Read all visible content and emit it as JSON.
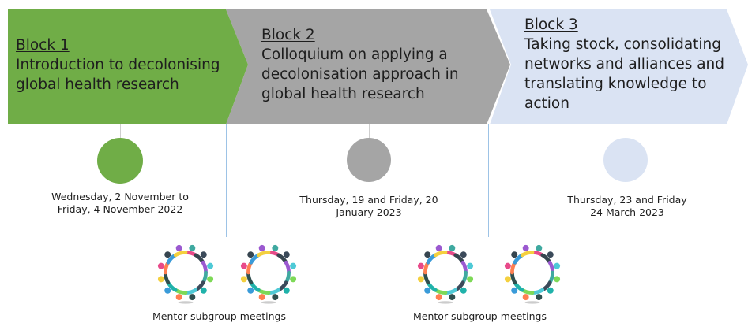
{
  "colors": {
    "block1": "#70ad47",
    "block2": "#a5a5a5",
    "block3": "#dae3f3",
    "timeline_line": "#9dc3e6"
  },
  "blocks": [
    {
      "title": "Block 1",
      "description": [
        "Introduction to decolonising",
        "global health research"
      ],
      "dates": [
        "Wednesday, 2 November to",
        "Friday, 4 November 2022"
      ]
    },
    {
      "title": "Block 2",
      "description": [
        "Colloquium on applying a",
        "decolonisation approach in",
        "global health research"
      ],
      "dates": [
        "Thursday, 19 and Friday, 20",
        "January 2023"
      ]
    },
    {
      "title": "Block 3",
      "description": [
        "Taking stock, consolidating",
        "networks and alliances and",
        "translating knowledge to",
        "action"
      ],
      "dates": [
        "Thursday, 23 and Friday",
        "24 March 2023"
      ]
    }
  ],
  "mentor_meetings": [
    {
      "label": "Mentor subgroup meetings"
    },
    {
      "label": "Mentor subgroup meetings"
    }
  ],
  "ring_icon": "people-circle-icon"
}
